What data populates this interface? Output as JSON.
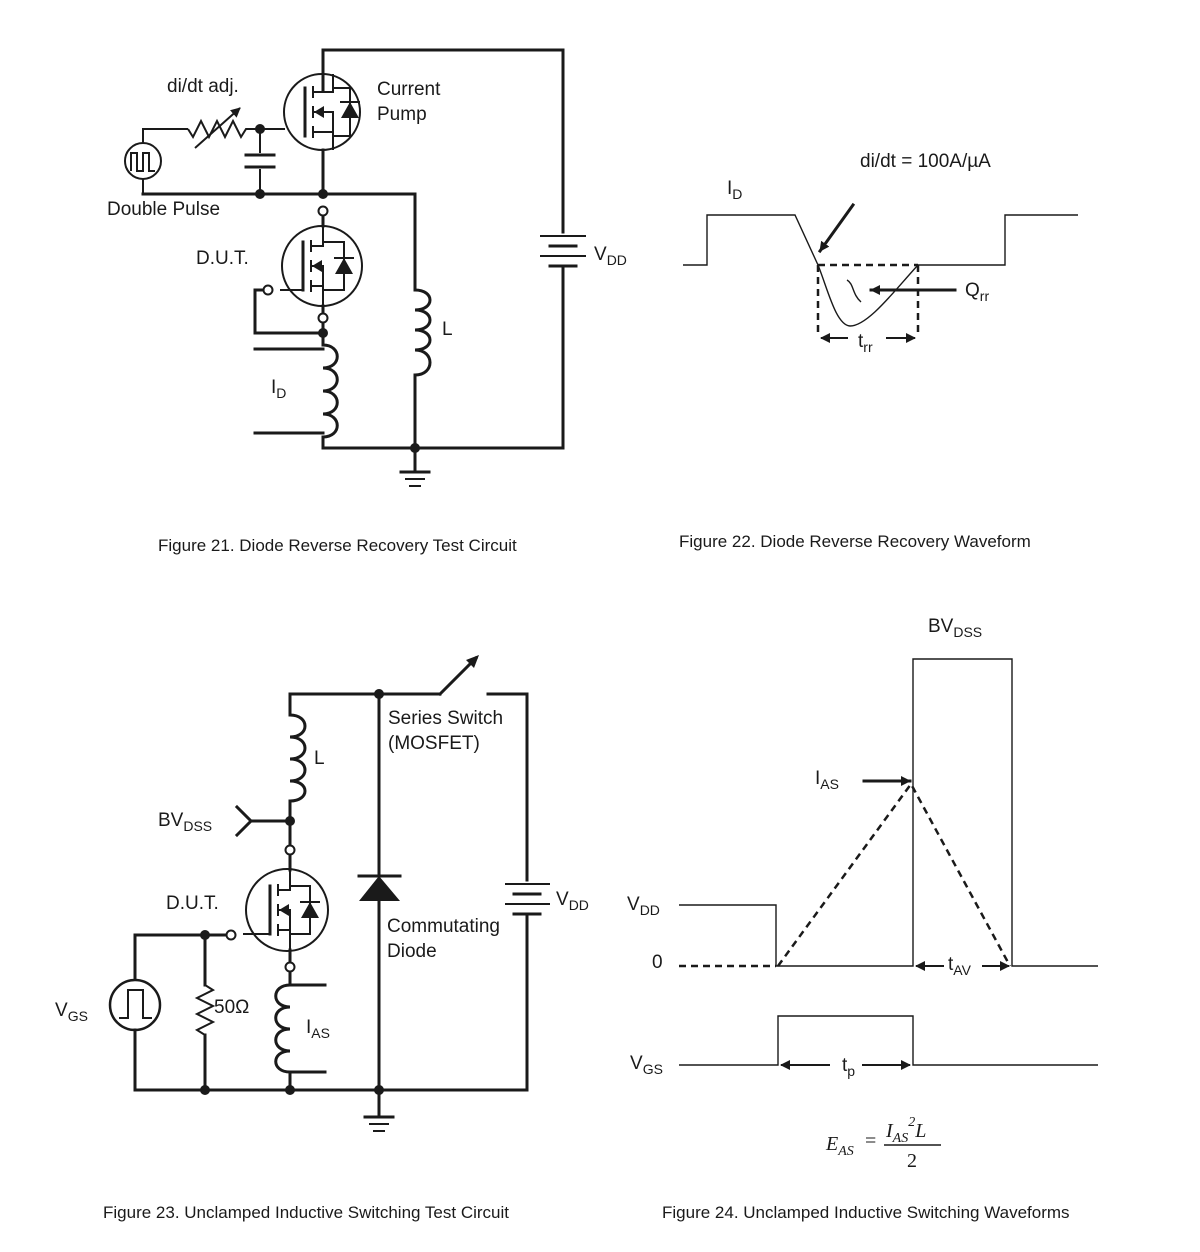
{
  "figure21": {
    "caption": "Figure 21. Diode Reverse Recovery Test Circuit",
    "didt_adj": "di/dt adj.",
    "current_pump_1": "Current",
    "current_pump_2": "Pump",
    "double_pulse": "Double Pulse",
    "dut": "D.U.T.",
    "inductor": "L",
    "id_main": "I",
    "id_sub": "D",
    "vdd_main": "V",
    "vdd_sub": "DD"
  },
  "figure22": {
    "caption": "Figure 22. Diode Reverse Recovery Waveform",
    "didt_value": "di/dt = 100A/µA",
    "id_main": "I",
    "id_sub": "D",
    "qrr_main": "Q",
    "qrr_sub": "rr",
    "trr_main": "t",
    "trr_sub": "rr"
  },
  "figure23": {
    "caption": "Figure 23. Unclamped Inductive Switching Test Circuit",
    "series_switch_1": "Series Switch",
    "series_switch_2": "(MOSFET)",
    "inductor": "L",
    "bvdss_main": "BV",
    "bvdss_sub": "DSS",
    "dut": "D.U.T.",
    "vdd_main": "V",
    "vdd_sub": "DD",
    "commutating_1": "Commutating",
    "commutating_2": "Diode",
    "vgs_main": "V",
    "vgs_sub": "GS",
    "resistor": "50Ω",
    "ias_main": "I",
    "ias_sub": "AS"
  },
  "figure24": {
    "caption": "Figure 24. Unclamped Inductive Switching Waveforms",
    "bvdss_main": "BV",
    "bvdss_sub": "DSS",
    "ias_main": "I",
    "ias_sub": "AS",
    "vdd_main": "V",
    "vdd_sub": "DD",
    "zero": "0",
    "tav_main": "t",
    "tav_sub": "AV",
    "vgs_main": "V",
    "vgs_sub": "GS",
    "tp_main": "t",
    "tp_sub": "p",
    "formula_lhs_main": "E",
    "formula_lhs_sub": "AS",
    "formula_eq": "=",
    "formula_num_main": "I",
    "formula_num_sub": "AS",
    "formula_num_exp": "2",
    "formula_num_l": "L",
    "formula_den": "2"
  }
}
